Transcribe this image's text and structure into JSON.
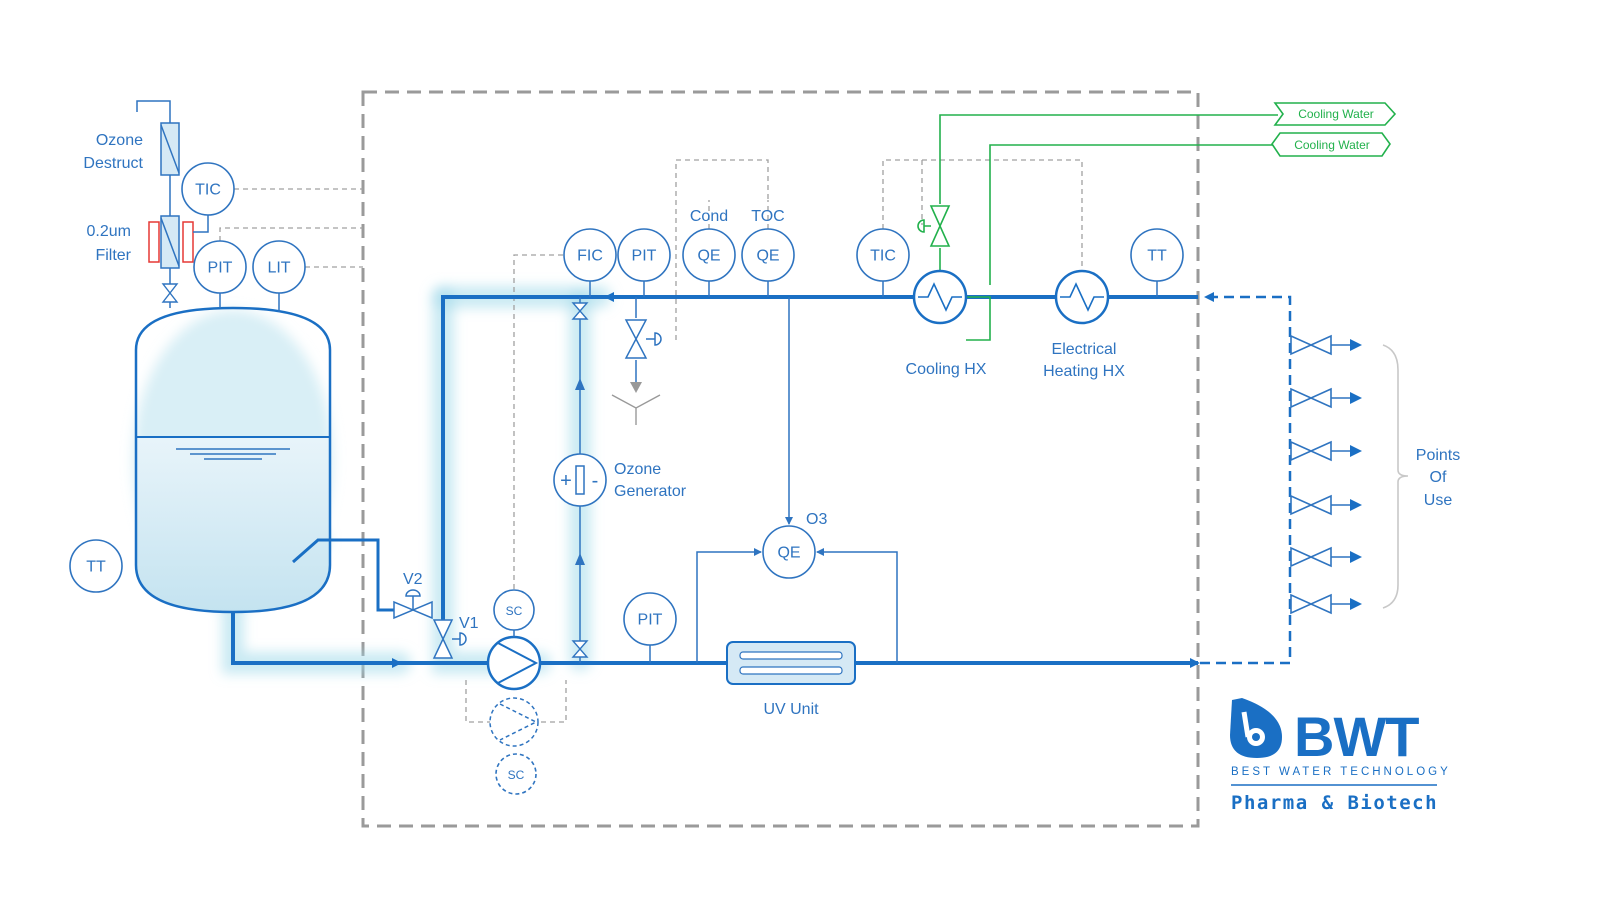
{
  "labels": {
    "ozone_destruct": [
      "Ozone",
      "Destruct"
    ],
    "filter": [
      "0.2um",
      "Filter"
    ],
    "cond": "Cond",
    "toc": "TOC",
    "cooling_hx": "Cooling HX",
    "heating_hx": [
      "Electrical",
      "Heating HX"
    ],
    "ozone_generator": [
      "Ozone",
      "Generator"
    ],
    "o3": "O3",
    "uv_unit": "UV Unit",
    "v1": "V1",
    "v2": "V2",
    "points_of_use": [
      "Points",
      "Of",
      "Use"
    ]
  },
  "instruments": {
    "tic_tank": "TIC",
    "pit_tank": "PIT",
    "lit_tank": "LIT",
    "tt_tank": "TT",
    "fic": "FIC",
    "pit_return": "PIT",
    "qe_cond": "QE",
    "qe_toc": "QE",
    "tic_hx": "TIC",
    "tt_return": "TT",
    "qe_o3": "QE",
    "pit_supply": "PIT",
    "sc_pump1": "SC",
    "sc_pump2": "SC"
  },
  "utilities": {
    "cooling_water_in": "Cooling Water",
    "cooling_water_out": "Cooling Water"
  },
  "logo": {
    "brand": "BWT",
    "tagline": "BEST WATER TECHNOLOGY",
    "division": "Pharma & Biotech"
  },
  "colors": {
    "process": "#1a6fc4",
    "cooling_water": "#22b14c",
    "signal": "#a0a0a0",
    "filter_heater": "#e53935"
  }
}
